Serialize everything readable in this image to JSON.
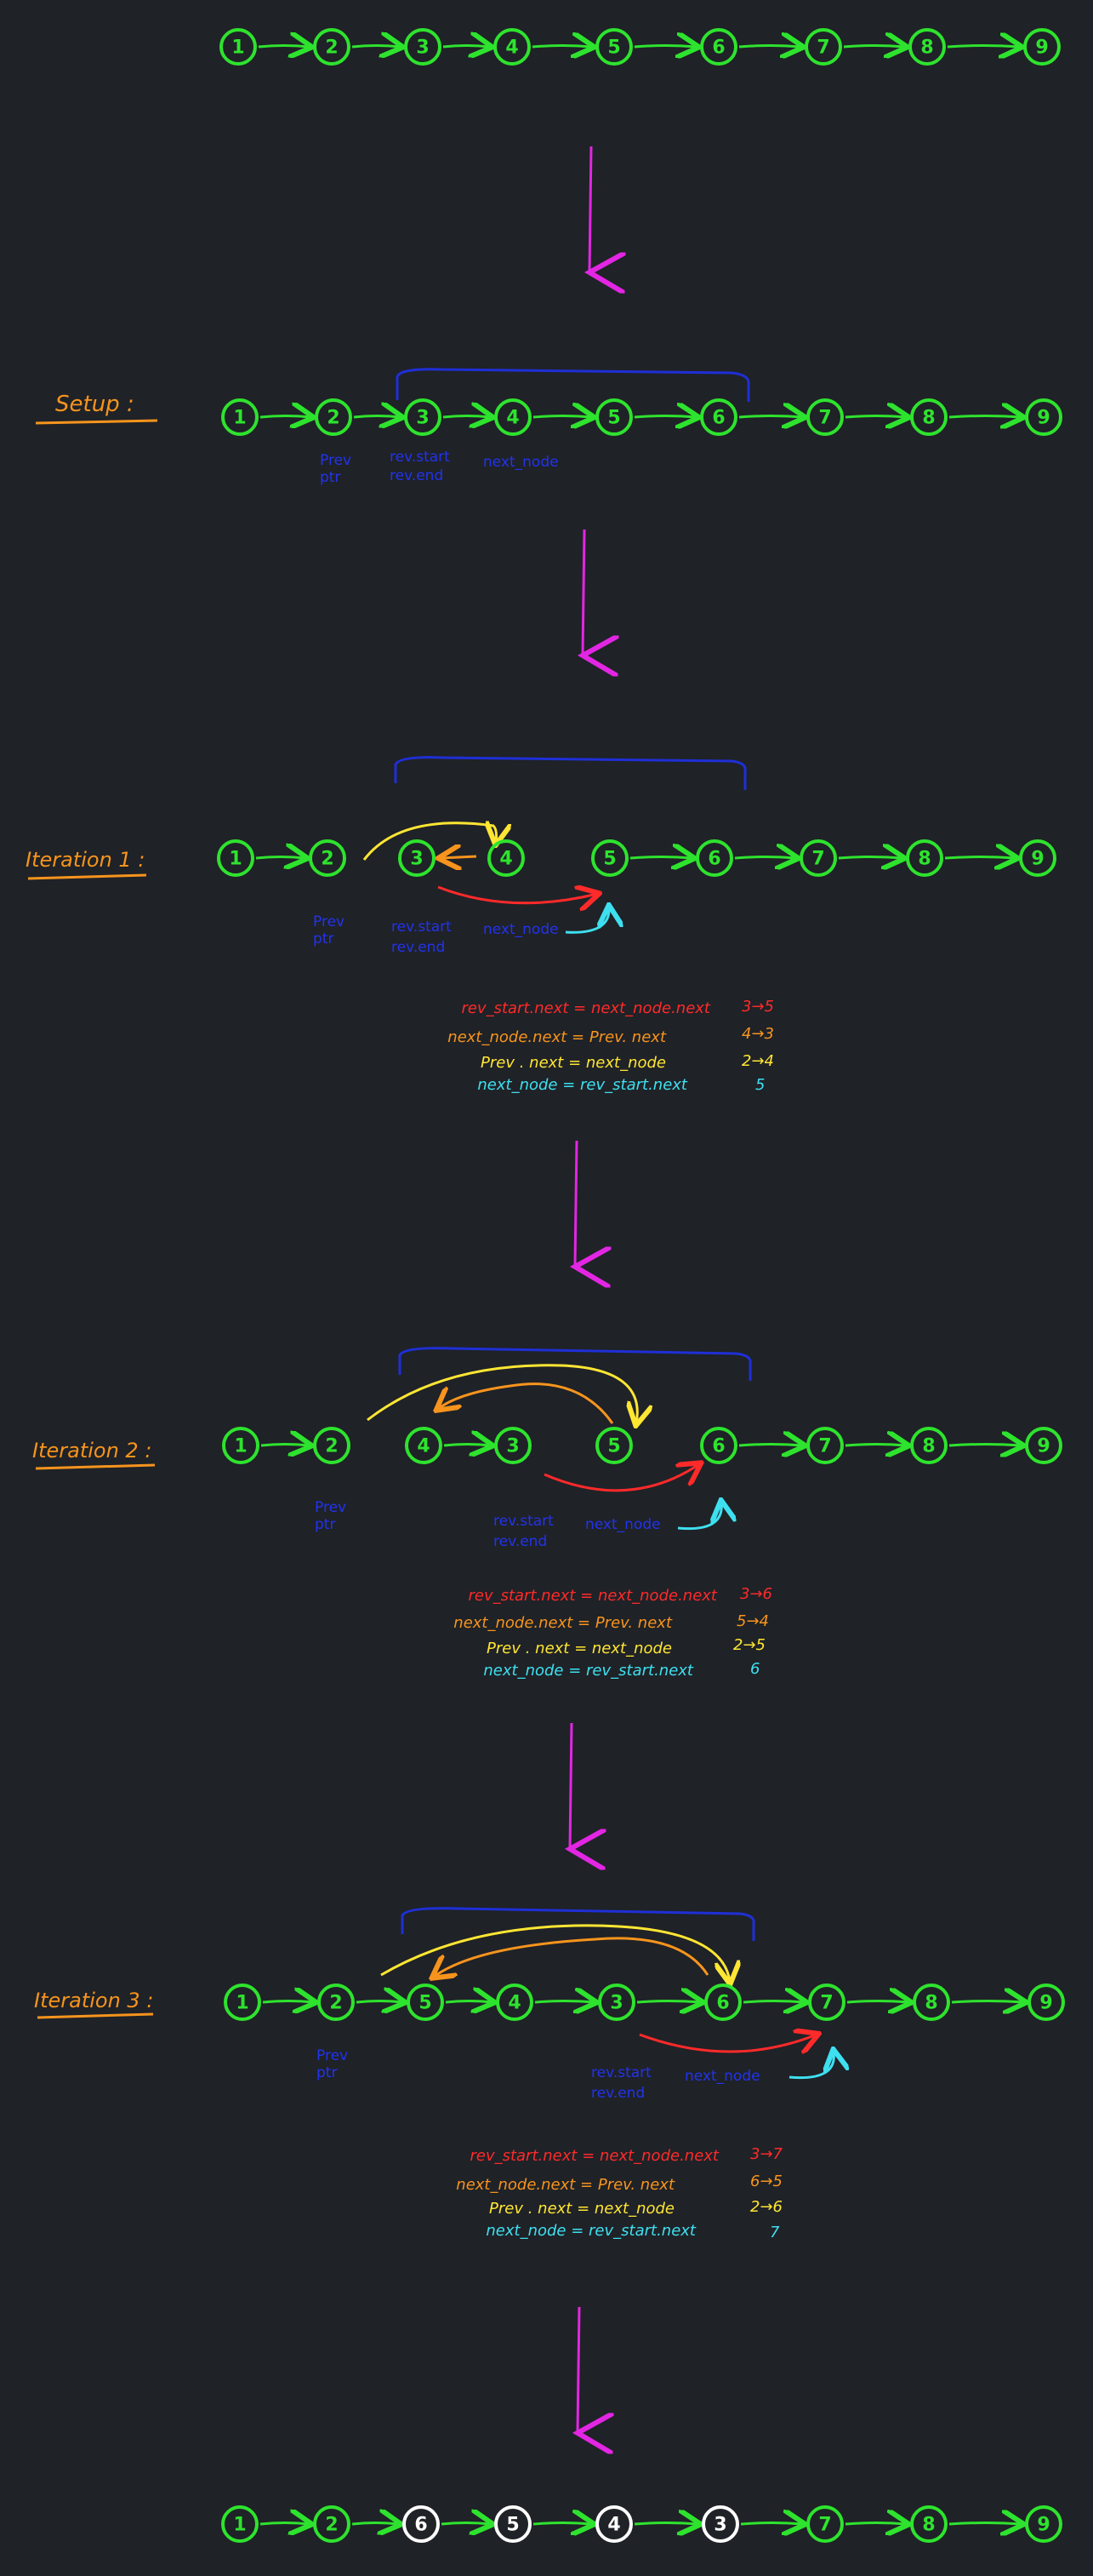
{
  "colors": {
    "background": "#1f2227",
    "node": "#2ee32e",
    "reversed_node": "#ffffff",
    "pointer_text": "#2233ee",
    "bracket": "#1f2fd6",
    "section_label": "#f7941d",
    "flow_arrow": "#e326e3",
    "red": "#ff2a2a",
    "orange": "#f7941d",
    "yellow": "#ffe633",
    "cyan": "#3ee0f0"
  },
  "rows": [
    {
      "label": "",
      "nodes": [
        "1",
        "2",
        "3",
        "4",
        "5",
        "6",
        "7",
        "8",
        "9"
      ]
    },
    {
      "label": "Setup :",
      "nodes": [
        "1",
        "2",
        "3",
        "4",
        "5",
        "6",
        "7",
        "8",
        "9"
      ],
      "pointers": {
        "prev": "Prev\nptr",
        "rev_start": "rev.start\nrev.end",
        "next_node": "next_node"
      }
    },
    {
      "label": "Iteration 1 :",
      "nodes": [
        "1",
        "2",
        "3",
        "4",
        "5",
        "6",
        "7",
        "8",
        "9"
      ],
      "pointers": {
        "prev": "Prev\nptr",
        "rev_start": "rev.start\nrev.end",
        "next_node": "next_node"
      },
      "code": [
        "rev_start.next = next_node.next",
        "next_node.next = Prev. next",
        "Prev . next = next_node",
        "next_node = rev_start.next"
      ],
      "results": [
        "3→5",
        "4→3",
        "2→4",
        "5"
      ]
    },
    {
      "label": "Iteration 2 :",
      "nodes": [
        "1",
        "2",
        "4",
        "3",
        "5",
        "6",
        "7",
        "8",
        "9"
      ],
      "pointers": {
        "prev": "Prev\nptr",
        "rev_start": "rev.start\nrev.end",
        "next_node": "next_node"
      },
      "code": [
        "rev_start.next = next_node.next",
        "next_node.next = Prev. next",
        "Prev . next = next_node",
        "next_node = rev_start.next"
      ],
      "results": [
        "3→6",
        "5→4",
        "2→5",
        "6"
      ]
    },
    {
      "label": "Iteration 3 :",
      "nodes": [
        "1",
        "2",
        "5",
        "4",
        "3",
        "6",
        "7",
        "8",
        "9"
      ],
      "pointers": {
        "prev": "Prev\nptr",
        "rev_start": "rev.start\nrev.end",
        "next_node": "next_node"
      },
      "code": [
        "rev_start.next = next_node.next",
        "next_node.next = Prev. next",
        "Prev . next = next_node",
        "next_node = rev_start.next"
      ],
      "results": [
        "3→7",
        "6→5",
        "2→6",
        "7"
      ]
    },
    {
      "label": "",
      "nodes": [
        "1",
        "2",
        "6",
        "5",
        "4",
        "3",
        "7",
        "8",
        "9"
      ]
    }
  ]
}
